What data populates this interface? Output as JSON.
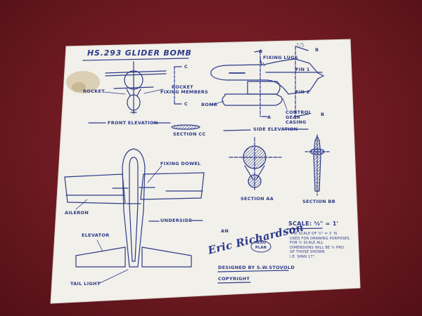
{
  "drawing": {
    "title": "HS.293 GLIDER BOMB",
    "pencil_mark": "7/5",
    "labels": {
      "rocket": "ROCKET",
      "rocket_fixing_line1": "ROCKET",
      "rocket_fixing_line2": "FIXING MEMBERS",
      "c_top": "C",
      "c_bottom": "C",
      "a_top": "A",
      "a_bottom": "A",
      "b_top": "B",
      "b_bottom": "B",
      "fixing_lugs": "FIXING LUGS",
      "fin1": "FIN 1",
      "fin2": "FIN 2",
      "bomb": "BOMB",
      "control_line1": "CONTROL",
      "control_line2": "GEAR",
      "control_line3": "CASING",
      "fixing_dowel": "FIXING DOWEL",
      "aileron": "AILERON",
      "elevator": "ELEVATOR",
      "tail_light": "TAIL LIGHT"
    },
    "headings": {
      "front_elevation": "FRONT ELEVATION",
      "section_cc": "SECTION CC",
      "side_elevation": "SIDE ELEVATION",
      "underside": "UNDERSIDE",
      "section_aa": "SECTION AA",
      "section_bb": "SECTION BB"
    },
    "scale": "SCALE: ½\" = 1'",
    "scale_note": "THE SCALE OF ½\" = 1' IS\nUSED FOR DRAWING PURPOSES.\nFOR ½ SCALE ALL\nDIMENSIONS WILL BE ½ PRO.\nOF THOSE SHOWN\nI.E. SPAN 17\"",
    "signature": {
      "prefix": "AN",
      "name": "Eric Richardson",
      "badge_line1": "AERO",
      "badge_line2": "PLAN"
    },
    "designed_by": "DESIGNED BY S.W.STOVOLD",
    "copyright": "COPYRIGHT"
  },
  "colors": {
    "ink": "#2b3a8a",
    "paper": "#f2f0ea",
    "background": "#6e1a22"
  }
}
